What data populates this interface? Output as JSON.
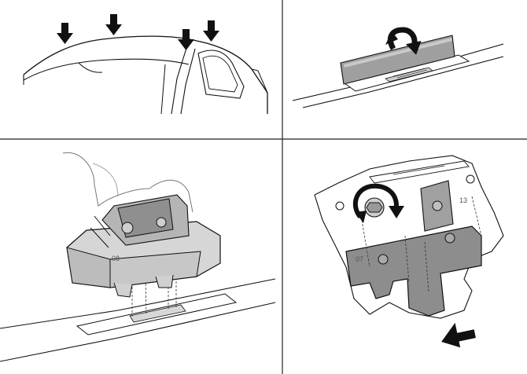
{
  "panels": [
    {
      "id": "p1",
      "caption": ""
    },
    {
      "id": "p2",
      "caption": ""
    },
    {
      "id": "p3",
      "caption": ""
    },
    {
      "id": "p4",
      "caption": ""
    }
  ],
  "part_labels": {
    "p3_label": "08",
    "p4_label_a": "13",
    "p4_label_b": "07"
  },
  "colors": {
    "line": "#111111",
    "grid": "#222222",
    "grey_light": "#cfcfcf",
    "grey_mid": "#a9a9a9",
    "grey_dark": "#7b7b7b",
    "grey_plate": "#8d8d8d"
  },
  "icons": {
    "arrow_down": "down-arrow-icon",
    "arrow_curved": "curved-arrow-icon",
    "arrow_rotate": "rotate-arrow-icon",
    "arrow_left": "left-arrow-icon"
  }
}
